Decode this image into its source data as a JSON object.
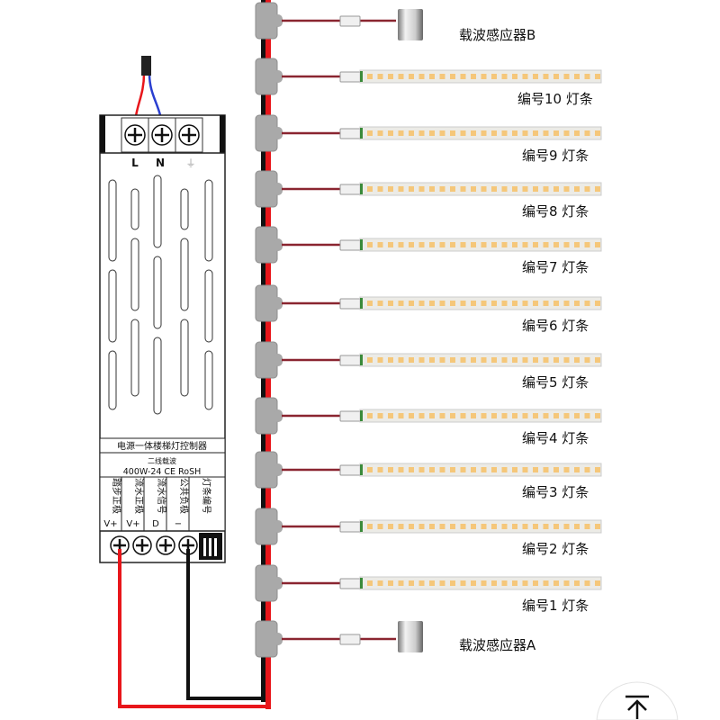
{
  "controller": {
    "terminals_top": [
      "L",
      "N",
      "⏚"
    ],
    "title": "电源一体楼梯灯控制器",
    "subtitle": "二线载波",
    "spec": "400W-24 CE RoSH",
    "columns": [
      {
        "label": "踏步正极",
        "symbol": "V+"
      },
      {
        "label": "流水正极",
        "symbol": "V+"
      },
      {
        "label": "流水信号",
        "symbol": "D"
      },
      {
        "label": "公共负极",
        "symbol": "−"
      },
      {
        "label": "灯条编号",
        "symbol": ""
      }
    ]
  },
  "sensors": {
    "top": "载波感应器B",
    "bottom": "载波感应器A"
  },
  "strips": [
    "编号10 灯条",
    "编号9 灯条",
    "编号8 灯条",
    "编号7 灯条",
    "编号6 灯条",
    "编号5 灯条",
    "编号4 灯条",
    "编号3 灯条",
    "编号2 灯条",
    "编号1 灯条"
  ],
  "colors": {
    "red": "#e8161b",
    "black": "#111111",
    "blue": "#2a3fd0",
    "connector": "#a9a9a9",
    "led": "#f5c77a",
    "strip": "#ecebe6"
  },
  "back_to_top_icon": "arrow-up-bar-icon"
}
